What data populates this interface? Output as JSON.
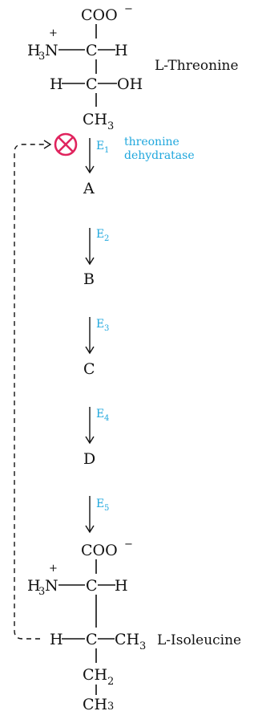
{
  "threonine": {
    "coo": "COO",
    "coo_charge": "−",
    "row1_left": "H",
    "row1_left_sub": "3",
    "row1_n": "N",
    "row1_plus": "+",
    "row1_c": "C",
    "row1_right": "H",
    "row2_left": "H",
    "row2_c": "C",
    "row2_right": "OH",
    "bottom": "CH",
    "bottom_sub": "3",
    "name": "L-Threonine"
  },
  "steps": [
    {
      "enzyme": "E",
      "enzyme_sub": "1",
      "product": "A"
    },
    {
      "enzyme": "E",
      "enzyme_sub": "2",
      "product": "B"
    },
    {
      "enzyme": "E",
      "enzyme_sub": "3",
      "product": "C"
    },
    {
      "enzyme": "E",
      "enzyme_sub": "4",
      "product": "D"
    },
    {
      "enzyme": "E",
      "enzyme_sub": "5",
      "product": ""
    }
  ],
  "enzyme_name": [
    "threonine",
    "dehydratase"
  ],
  "inhibition_symbol": "⊗",
  "isoleucine": {
    "coo": "COO",
    "coo_charge": "−",
    "row1_left": "H",
    "row1_left_sub": "3",
    "row1_n": "N",
    "row1_plus": "+",
    "row1_c": "C",
    "row1_right": "H",
    "row2_left": "H",
    "row2_c": "C",
    "row2_right": "CH",
    "row2_right_sub": "3",
    "mid": "CH",
    "mid_sub": "2",
    "bottom": "CH",
    "bottom_sub": "3",
    "name": "L-Isoleucine"
  },
  "colors": {
    "enzyme": "#1fa7dd",
    "inhibition": "#e0245e",
    "text": "#111111"
  }
}
